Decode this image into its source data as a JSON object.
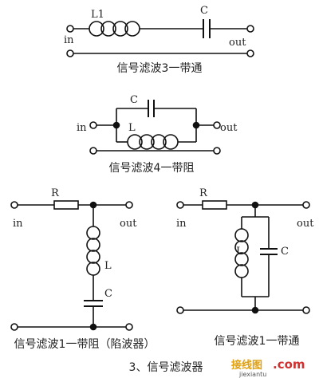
{
  "circuit1": {
    "inductor_label": "L1",
    "capacitor_label": "C",
    "in_label": "in",
    "out_label": "out",
    "caption": "信号滤波3一带通"
  },
  "circuit2": {
    "capacitor_label": "C",
    "inductor_label": "L",
    "in_label": "in",
    "out_label": "out",
    "caption": "信号滤波4一带阻"
  },
  "circuit3": {
    "resistor_label": "R",
    "inductor_label": "L",
    "capacitor_label": "C",
    "in_label": "in",
    "out_label": "out",
    "caption": "信号滤波1一带阻（陷波器）"
  },
  "circuit4": {
    "resistor_label": "R",
    "inductor_label": "L",
    "capacitor_label": "C",
    "in_label": "in",
    "out_label": "out",
    "caption": "信号滤波1一带通"
  },
  "figure_caption": "3、信号滤波器",
  "watermark": {
    "brand_cn": "接线图",
    "brand_dotcom": ".com",
    "brand_url": "jiexiantu"
  }
}
